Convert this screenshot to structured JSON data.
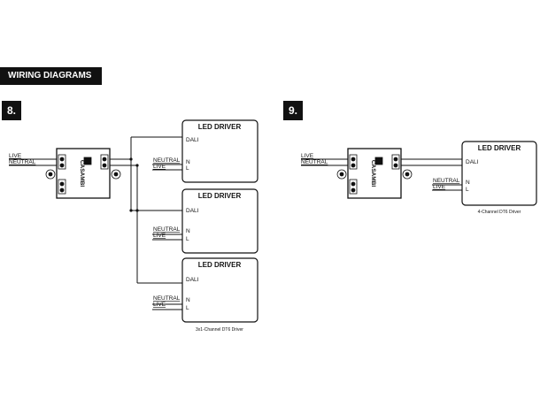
{
  "header": {
    "title": "WIRING DIAGRAMS"
  },
  "diagram8": {
    "number": "8.",
    "input_live": "LIVE",
    "input_neutral": "NEUTRAL",
    "controller_brand": "CASAMBI",
    "drivers": [
      {
        "title": "LED DRIVER",
        "dali": "DALI",
        "n": "N",
        "l": "L",
        "neutral": "NEUTRAL",
        "live": "LIVE"
      },
      {
        "title": "LED DRIVER",
        "dali": "DALI",
        "n": "N",
        "l": "L",
        "neutral": "NEUTRAL",
        "live": "LIVE"
      },
      {
        "title": "LED DRIVER",
        "dali": "DALI",
        "n": "N",
        "l": "L",
        "neutral": "NEUTRAL",
        "live": "LIVE"
      }
    ],
    "caption": "3x1-Channel DT6 Driver"
  },
  "diagram9": {
    "number": "9.",
    "input_live": "LIVE",
    "input_neutral": "NEUTRAL",
    "controller_brand": "CASAMBI",
    "driver": {
      "title": "LED DRIVER",
      "dali": "DALI",
      "n": "N",
      "l": "L",
      "neutral": "NEUTRAL",
      "live": "LIVE"
    },
    "caption": "4-Channel DT6 Driver"
  }
}
